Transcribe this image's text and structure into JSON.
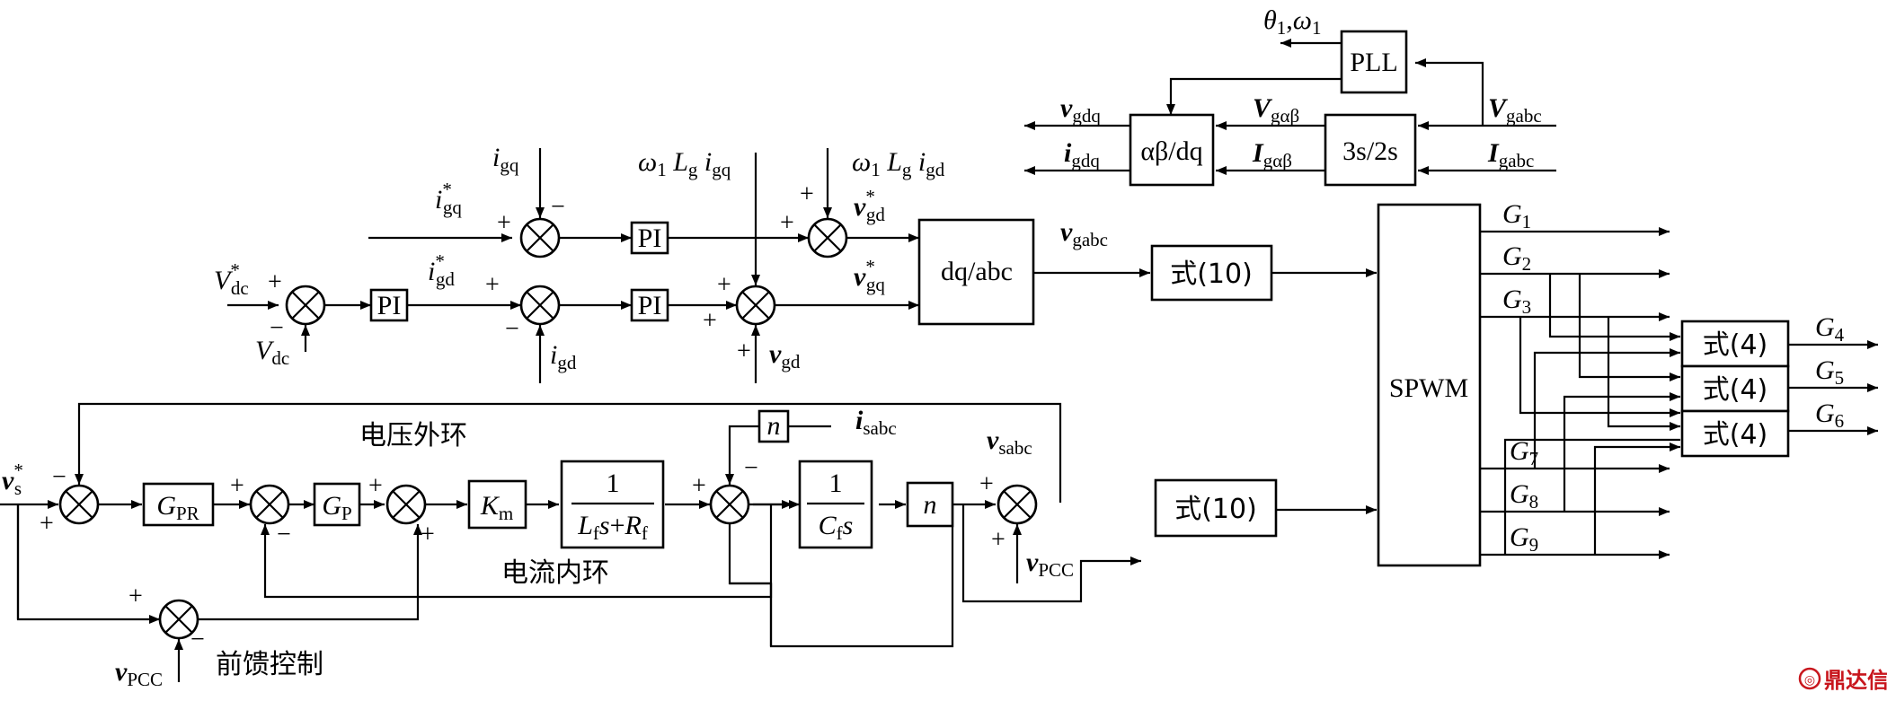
{
  "blocks": {
    "pll": "PLL",
    "ab_dq": "αβ/dq",
    "s3s2": "3s/2s",
    "pi": "PI",
    "dq_abc": "dq/abc",
    "eq10": "式(10)",
    "eq4": "式(4)",
    "spwm": "SPWM",
    "gpr_main": "G",
    "gpr_sub": "PR",
    "gp_main": "G",
    "gp_sub": "P",
    "km_main": "K",
    "km_sub": "m",
    "one": "1",
    "n": "n"
  },
  "signs": {
    "plus": "+",
    "minus": "−"
  },
  "labels": {
    "voltage_outer": "电压外环",
    "current_inner": "电流内环",
    "feedforward": "前馈控制"
  },
  "signals": [
    "θ1,ω1",
    "vgdq",
    "igdq",
    "Vgαβ",
    "Igαβ",
    "Vgabc",
    "Igabc",
    "igq",
    "i*gq",
    "ω1Lg igq",
    "ω1Lg igd",
    "v*gd",
    "v*gq",
    "vgabc",
    "V*dc",
    "Vdc",
    "i*gd",
    "igd",
    "vgd",
    "v*s",
    "isabc",
    "vsabc",
    "vPCC",
    "G1",
    "G2",
    "G3",
    "G4",
    "G5",
    "G6",
    "G7",
    "G8",
    "G9"
  ],
  "watermark": "鼎达信"
}
